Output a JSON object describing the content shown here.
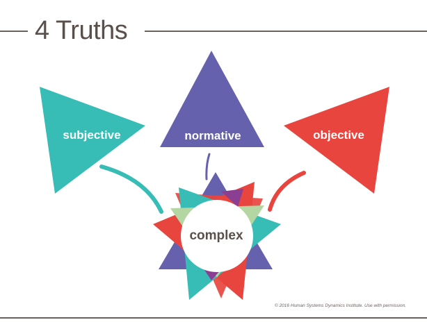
{
  "header": {
    "title": "4 Truths"
  },
  "nodes": {
    "subjective": {
      "label": "subjective",
      "color": "#37bdb6"
    },
    "normative": {
      "label": "normative",
      "color": "#6561ad"
    },
    "objective": {
      "label": "objective",
      "color": "#e8453f"
    },
    "complex": {
      "label": "complex",
      "label_color": "#5a504b"
    }
  },
  "colors": {
    "rule": "#6b615c",
    "star_green": "#b3d6a2",
    "star_purple_overlap": "#8b3f92"
  },
  "footer": {
    "copyright": "© 2016 Human Systems Dynamics Institute. Use with permission."
  }
}
